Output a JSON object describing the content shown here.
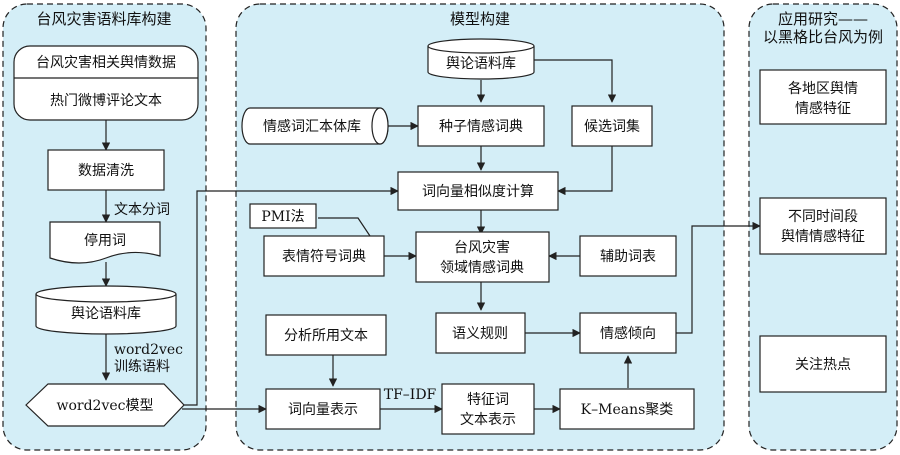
{
  "panels": {
    "left_title": "台风灾害语料库构建",
    "middle_title": "模型构建",
    "right_title_line1": "应用研究——",
    "right_title_line2": "以黑格比台风为例"
  },
  "left": {
    "source_title": "台风灾害相关舆情数据",
    "source_body": "热门微博评论文本",
    "cleaning": "数据清洗",
    "segmentation_label": "文本分词",
    "stopwords": "停用词",
    "corpus": "舆论语料库",
    "train_label_line1": "word2vec",
    "train_label_line2": "训练语料",
    "model": "word2vec模型"
  },
  "middle": {
    "corpus": "舆论语料库",
    "ontology": "情感词汇本体库",
    "seed_dict": "种子情感词典",
    "candidates": "候选词集",
    "similarity": "词向量相似度计算",
    "pmi": "PMI法",
    "emoji_dict": "表情符号词典",
    "domain_dict_line1": "台风灾害",
    "domain_dict_line2": "领域情感词典",
    "aux_words": "辅助词表",
    "semantic_rules": "语义规则",
    "sentiment": "情感倾向",
    "analysis_text": "分析所用文本",
    "word_vec_repr": "词向量表示",
    "tfidf_label": "TF–IDF",
    "feature_line1": "特征词",
    "feature_line2": "文本表示",
    "kmeans": "K–Means聚类"
  },
  "right": {
    "regional_line1": "各地区舆情",
    "regional_line2": "情感特征",
    "temporal_line1": "不同时间段",
    "temporal_line2": "舆情情感特征",
    "hotspots": "关注热点"
  }
}
